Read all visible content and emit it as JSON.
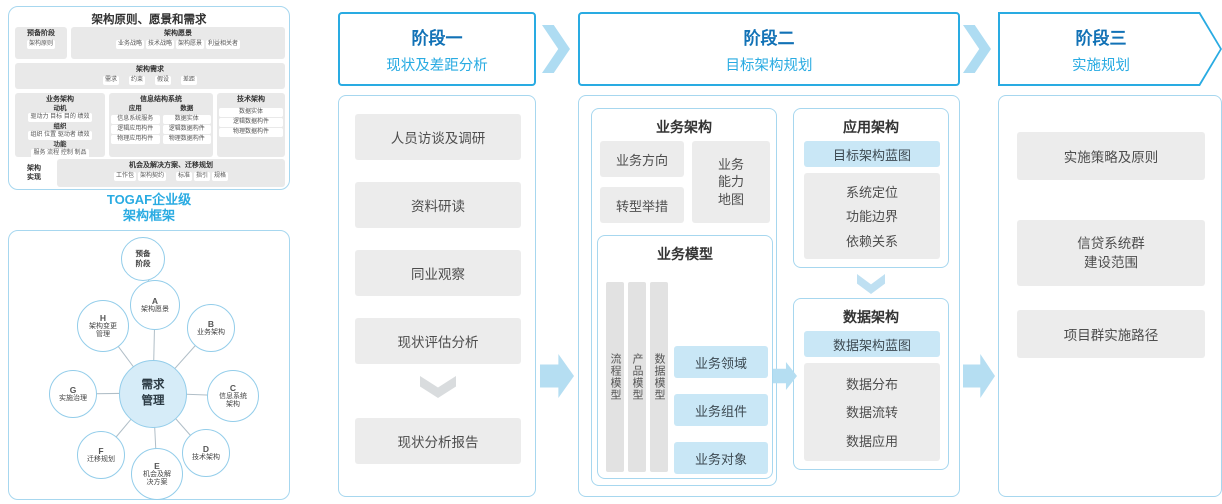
{
  "left": {
    "top_panel": {
      "title": "架构原则、愿景和需求",
      "prelim": {
        "title": "预备阶段",
        "item": "架构原则"
      },
      "vision": {
        "title": "架构愿景",
        "items": [
          "业务战略",
          "技术战略",
          "架构愿景",
          "利益相关者"
        ]
      },
      "requirements": {
        "title": "架构需求",
        "items": [
          "需求",
          "约束",
          "假设",
          "差距"
        ]
      },
      "business": {
        "title": "业务架构",
        "groups": [
          {
            "label": "动机",
            "items": "驱动力 目标 目的 绩效"
          },
          {
            "label": "组织",
            "items": "组织 位置 驱动者 绩效"
          },
          {
            "label": "功能",
            "items": "服务 流程 控制 制品"
          }
        ]
      },
      "infosys": {
        "title": "信息结构系统",
        "app": {
          "label": "应用",
          "items": [
            "信息系统服务",
            "逻辑应用构件",
            "物理应用构件"
          ]
        },
        "data": {
          "label": "数据",
          "items": [
            "数据实体",
            "逻辑数据构件",
            "物理数据构件"
          ]
        }
      },
      "tech": {
        "title": "技术架构",
        "items": [
          "数据实体",
          "逻辑数据构件",
          "物理数据构件"
        ]
      },
      "realization": {
        "label": "架构实现",
        "header": "机会及解决方案、迁移规划",
        "items": [
          "工作包",
          "架构契约",
          "标准",
          "指引",
          "规格"
        ]
      }
    },
    "caption": "TOGAF企业级\n架构框架",
    "adm": {
      "prelim": "预备阶段",
      "center": "需求管理",
      "nodes": [
        {
          "letter": "A",
          "label": "架构愿景"
        },
        {
          "letter": "B",
          "label": "业务架构"
        },
        {
          "letter": "C",
          "label": "信息系统架构"
        },
        {
          "letter": "D",
          "label": "技术架构"
        },
        {
          "letter": "E",
          "label": "机会及解决方案"
        },
        {
          "letter": "F",
          "label": "迁移规划"
        },
        {
          "letter": "G",
          "label": "实施治理"
        },
        {
          "letter": "H",
          "label": "架构变更管理"
        }
      ]
    }
  },
  "phases": [
    {
      "title": "阶段一",
      "subtitle": "现状及差距分析"
    },
    {
      "title": "阶段二",
      "subtitle": "目标架构规划"
    },
    {
      "title": "阶段三",
      "subtitle": "实施规划"
    }
  ],
  "phase1": {
    "steps": [
      "人员访谈及调研",
      "资料研读",
      "同业观察",
      "现状评估分析"
    ],
    "result": "现状分析报告"
  },
  "phase2": {
    "business": {
      "title": "业务架构",
      "direction": "业务方向",
      "initiative": "转型举措",
      "capability": "业务能力地图",
      "model": {
        "title": "业务模型",
        "bars": [
          "流程模型",
          "产品模型",
          "数据模型"
        ],
        "items": [
          "业务领域",
          "业务组件",
          "业务对象"
        ]
      }
    },
    "application": {
      "title": "应用架构",
      "blueprint": "目标架构蓝图",
      "items": [
        "系统定位",
        "功能边界",
        "依赖关系"
      ]
    },
    "data": {
      "title": "数据架构",
      "blueprint": "数据架构蓝图",
      "items": [
        "数据分布",
        "数据流转",
        "数据应用"
      ]
    }
  },
  "phase3": {
    "items": [
      "实施策略及原则",
      "信贷系统群\n建设范围",
      "项目群实施路径"
    ]
  },
  "colors": {
    "accent": "#29abe2",
    "phase_title": "#1272b6",
    "arrow_fill": "#b5def2",
    "highlight": "#c9e7f6",
    "box_gray": "#ececec"
  }
}
